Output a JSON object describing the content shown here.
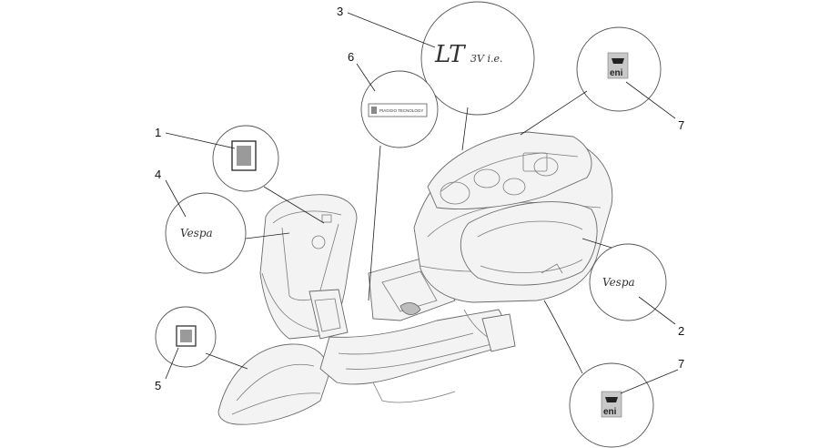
{
  "callouts": [
    {
      "id": "1",
      "label": "1"
    },
    {
      "id": "2",
      "label": "2"
    },
    {
      "id": "3",
      "label": "3"
    },
    {
      "id": "4",
      "label": "4"
    },
    {
      "id": "5",
      "label": "5"
    },
    {
      "id": "6",
      "label": "6"
    },
    {
      "id": "7a",
      "label": "7"
    },
    {
      "id": "7b",
      "label": "7"
    }
  ],
  "decals": {
    "lt_badge": "LT",
    "lt_badge_suffix": "3V i.e.",
    "vespa_script": "Vespa",
    "plate_text": "PIAGGIO TECNOLOGY",
    "eni_text": "eni"
  },
  "colors": {
    "line": "#222222",
    "bubble_stroke": "#555555",
    "eni_bg": "#c8c8c8"
  }
}
